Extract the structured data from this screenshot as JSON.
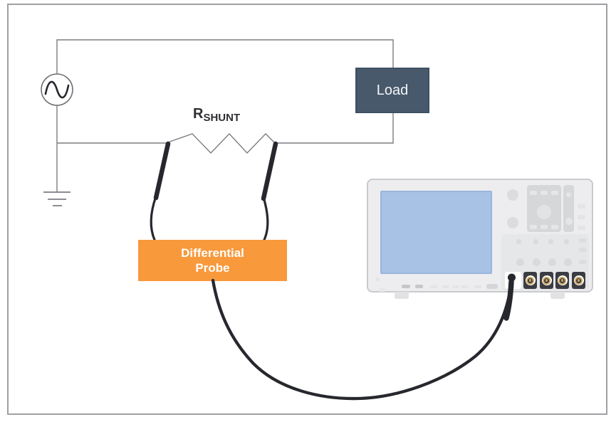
{
  "circuit": {
    "load_label": "Load",
    "shunt_label_main": "R",
    "shunt_label_sub": "SHUNT",
    "probe_label_line1": "Differential",
    "probe_label_line2": "Probe"
  },
  "colors": {
    "wire": "#7C7D81",
    "dark": "#26282E",
    "frame_border": "#9FA0A4",
    "label_text": "#2E2F33",
    "load_bg": "#47596B",
    "load_border": "#3E5062",
    "load_text": "#F4F6F8",
    "probe_bg": "#F8993C",
    "probe_text": "#FFFFFF",
    "scope_body": "#EDEDEF",
    "scope_border": "#C9CACC",
    "scope_screen": "#A8C2E6",
    "scope_screen_border": "#9AB5DE",
    "scope_panel": "#D6D7D9",
    "scope_panel_light": "#E6E7E9",
    "scope_knob": "#DBDCDE",
    "bnc_body": "#3B3D42",
    "bnc_gold": "#C9A55F",
    "cable": "#26282E"
  },
  "icons": {
    "ac_source": "ac-source-icon",
    "ground": "ground-icon",
    "shunt_resistor": "resistor-zigzag-icon",
    "probe_tips": "probe-tip-icon",
    "oscilloscope": "oscilloscope-illustration",
    "bnc_connector": "bnc-connector-icon"
  }
}
